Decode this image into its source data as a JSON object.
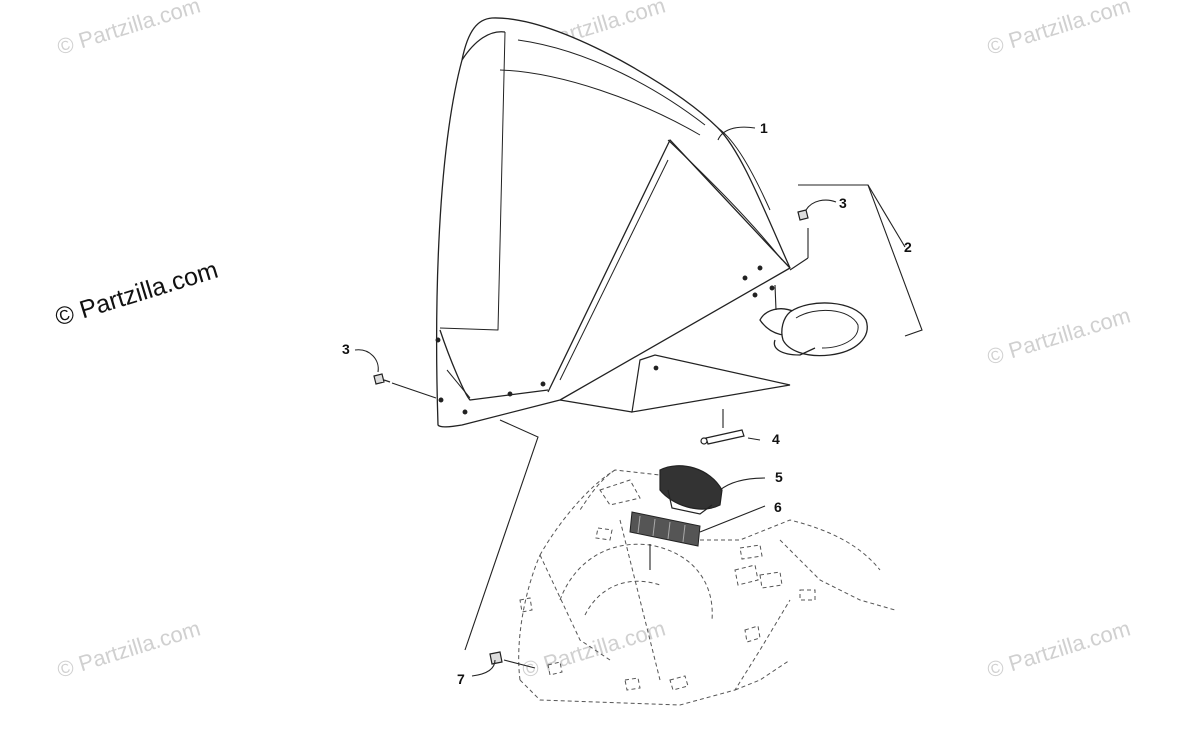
{
  "watermark": {
    "text": "© Partzilla.com",
    "faint_color": "#d0d0d0",
    "main_color": "#111111"
  },
  "callouts": {
    "c1": "1",
    "c2": "2",
    "c3a": "3",
    "c3b": "3",
    "c4": "4",
    "c5": "5",
    "c6": "6",
    "c7": "7"
  },
  "colors": {
    "line": "#222222",
    "dashed": "#555555",
    "fill": "#f4f4f4"
  }
}
